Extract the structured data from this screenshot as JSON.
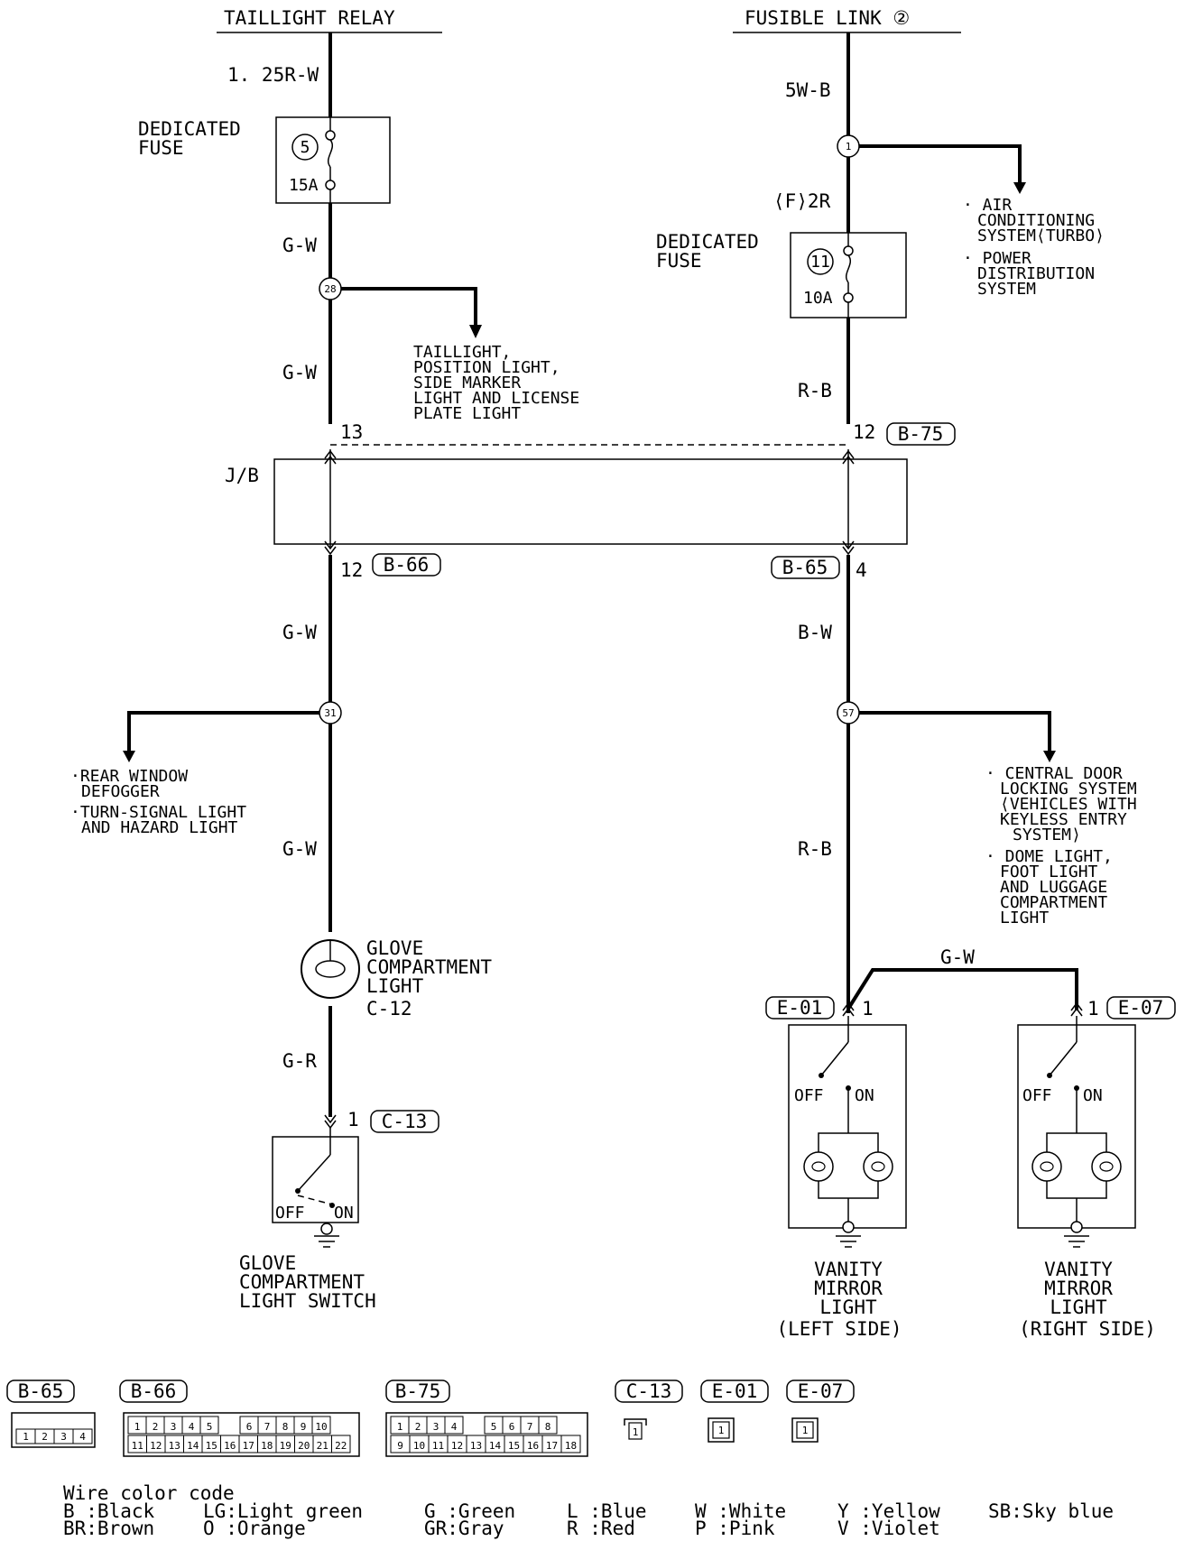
{
  "sources": {
    "taillight_relay": "TAILLIGHT RELAY",
    "fusible_link": "FUSIBLE LINK ②"
  },
  "fuses": {
    "fuse5": {
      "label": [
        "DEDICATED",
        "FUSE"
      ],
      "number": "5",
      "rating": "15A"
    },
    "fuse11": {
      "label": [
        "DEDICATED",
        "FUSE"
      ],
      "number": "11",
      "rating": "10A"
    }
  },
  "junctions": {
    "j1": "1",
    "j28": "28",
    "j31": "31",
    "j57": "57"
  },
  "wires": {
    "w_125rw": "1. 25R-W",
    "w_5wb": "5W-B",
    "w_f2r": "⟨F⟩2R",
    "w_gw1": "G-W",
    "w_gw2": "G-W",
    "w_gw3": "G-W",
    "w_gw4": "G-W",
    "w_rb1": "R-B",
    "w_bw": "B-W",
    "w_rb2": "R-B",
    "w_gr": "G-R",
    "w_gw_top": "G-W"
  },
  "pins": {
    "p13": "13",
    "p12a": "12",
    "p12b": "12",
    "p4": "4",
    "p1_c13": "1",
    "p1_e01": "1",
    "p1_e07": "1"
  },
  "jb": {
    "label": "J/B"
  },
  "branches": {
    "ac": [
      "· AIR",
      "CONDITIONING",
      "SYSTEM⟨TURBO⟩",
      "· POWER",
      "DISTRIBUTION",
      "SYSTEM"
    ],
    "tail": [
      "TAILLIGHT,",
      "POSITION LIGHT,",
      "SIDE MARKER",
      "LIGHT AND LICENSE",
      "PLATE LIGHT"
    ],
    "rear": [
      "·REAR WINDOW",
      "DEFOGGER",
      "·TURN-SIGNAL LIGHT",
      "AND HAZARD LIGHT"
    ],
    "door": [
      "· CENTRAL DOOR",
      "LOCKING SYSTEM",
      "⟨VEHICLES WITH",
      "KEYLESS ENTRY",
      "SYSTEM⟩",
      "· DOME LIGHT,",
      "FOOT LIGHT",
      "AND LUGGAGE",
      "COMPARTMENT",
      "LIGHT"
    ]
  },
  "components": {
    "glove_light": [
      "GLOVE",
      "COMPARTMENT",
      "LIGHT",
      "C-12"
    ],
    "glove_switch": [
      "GLOVE",
      "COMPARTMENT",
      "LIGHT SWITCH"
    ],
    "vanity_left": [
      "VANITY",
      "MIRROR",
      "LIGHT",
      "(LEFT SIDE)"
    ],
    "vanity_right": [
      "VANITY",
      "MIRROR",
      "LIGHT",
      "(RIGHT SIDE)"
    ],
    "switch_off": "OFF",
    "switch_on": "ON"
  },
  "connectors": {
    "b65": "B-65",
    "b66": "B-66",
    "b75": "B-75",
    "c13": "C-13",
    "e01": "E-01",
    "e07": "E-07"
  },
  "connector_pins": {
    "b65": [
      "1",
      "2",
      "3",
      "4"
    ],
    "b66_top": [
      "1",
      "2",
      "3",
      "4",
      "5",
      "6",
      "7",
      "8",
      "9",
      "10"
    ],
    "b66_bottom": [
      "11",
      "12",
      "13",
      "14",
      "15",
      "16",
      "17",
      "18",
      "19",
      "20",
      "21",
      "22"
    ],
    "b75_top": [
      "1",
      "2",
      "3",
      "4",
      "5",
      "6",
      "7",
      "8"
    ],
    "b75_bottom": [
      "9",
      "10",
      "11",
      "12",
      "13",
      "14",
      "15",
      "16",
      "17",
      "18"
    ],
    "c13": "1",
    "e01": "1",
    "e07": "1"
  },
  "legend": {
    "title": "Wire color code",
    "rows": [
      [
        "B :Black",
        "LG:Light green",
        "G :Green",
        "L :Blue",
        "W :White",
        "Y :Yellow",
        "SB:Sky blue"
      ],
      [
        "BR:Brown",
        "O :Orange",
        "GR:Gray",
        "R :Red",
        "P :Pink",
        "V :Violet",
        ""
      ]
    ]
  }
}
